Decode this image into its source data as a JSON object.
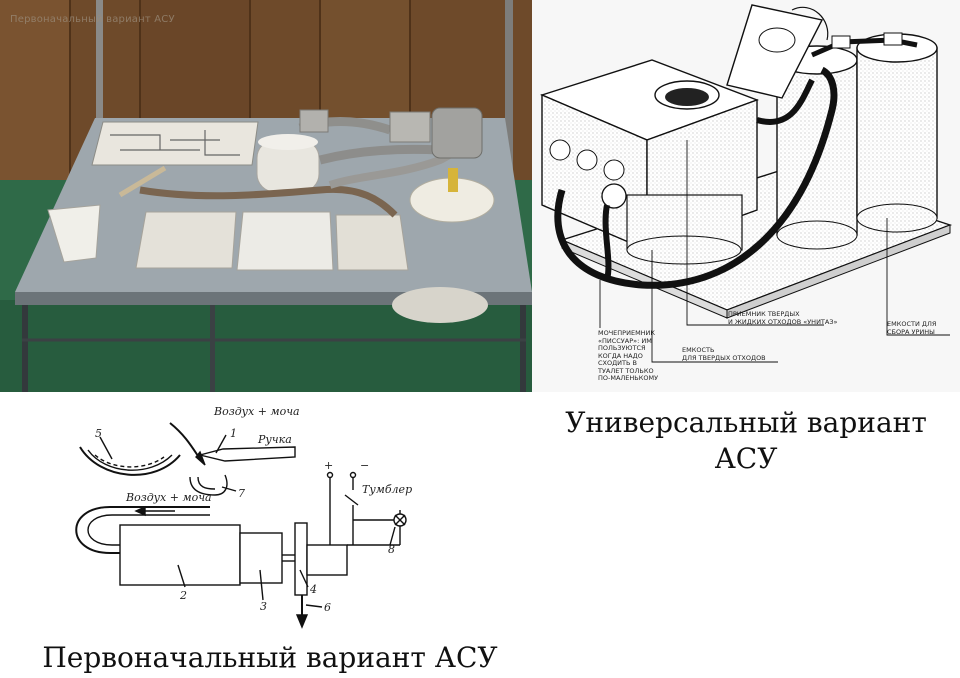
{
  "photo": {
    "overlay_text": "Первоначальный вариант АСУ"
  },
  "iso_diagram": {
    "labels": {
      "solid_liquid_receiver": "ПРИЕМНИК ТВЕРДЫХ\nИ ЖИДКИХ ОТХОДОВ «УНИТАЗ»",
      "urine_tanks": "ЕМКОСТИ ДЛЯ\nСБОРА УРИНЫ",
      "urinal": "МОЧЕПРИЕМНИК\n«ПИССУАР»: ИМ\nПОЛЬЗУЮТСЯ\nКОГДА НАДО\nСХОДИТЬ В\nТУАЛЕТ ТОЛЬКО\nПО-МАЛЕНЬКОМУ",
      "solid_waste_container": "ЕМКОСТЬ\nДЛЯ ТВЕРДЫХ ОТХОДОВ"
    }
  },
  "schematic": {
    "labels": {
      "air_urine_top": "Воздух + моча",
      "handle": "Ручка",
      "air_urine_bottom": "Воздух + моча",
      "toggle": "Тумблер",
      "plus": "+",
      "minus": "−"
    },
    "numbers": [
      "1",
      "2",
      "3",
      "4",
      "5",
      "6",
      "7",
      "8"
    ]
  },
  "captions": {
    "universal": "Универсальный вариант АСУ",
    "initial": "Первоначальный вариант АСУ"
  }
}
